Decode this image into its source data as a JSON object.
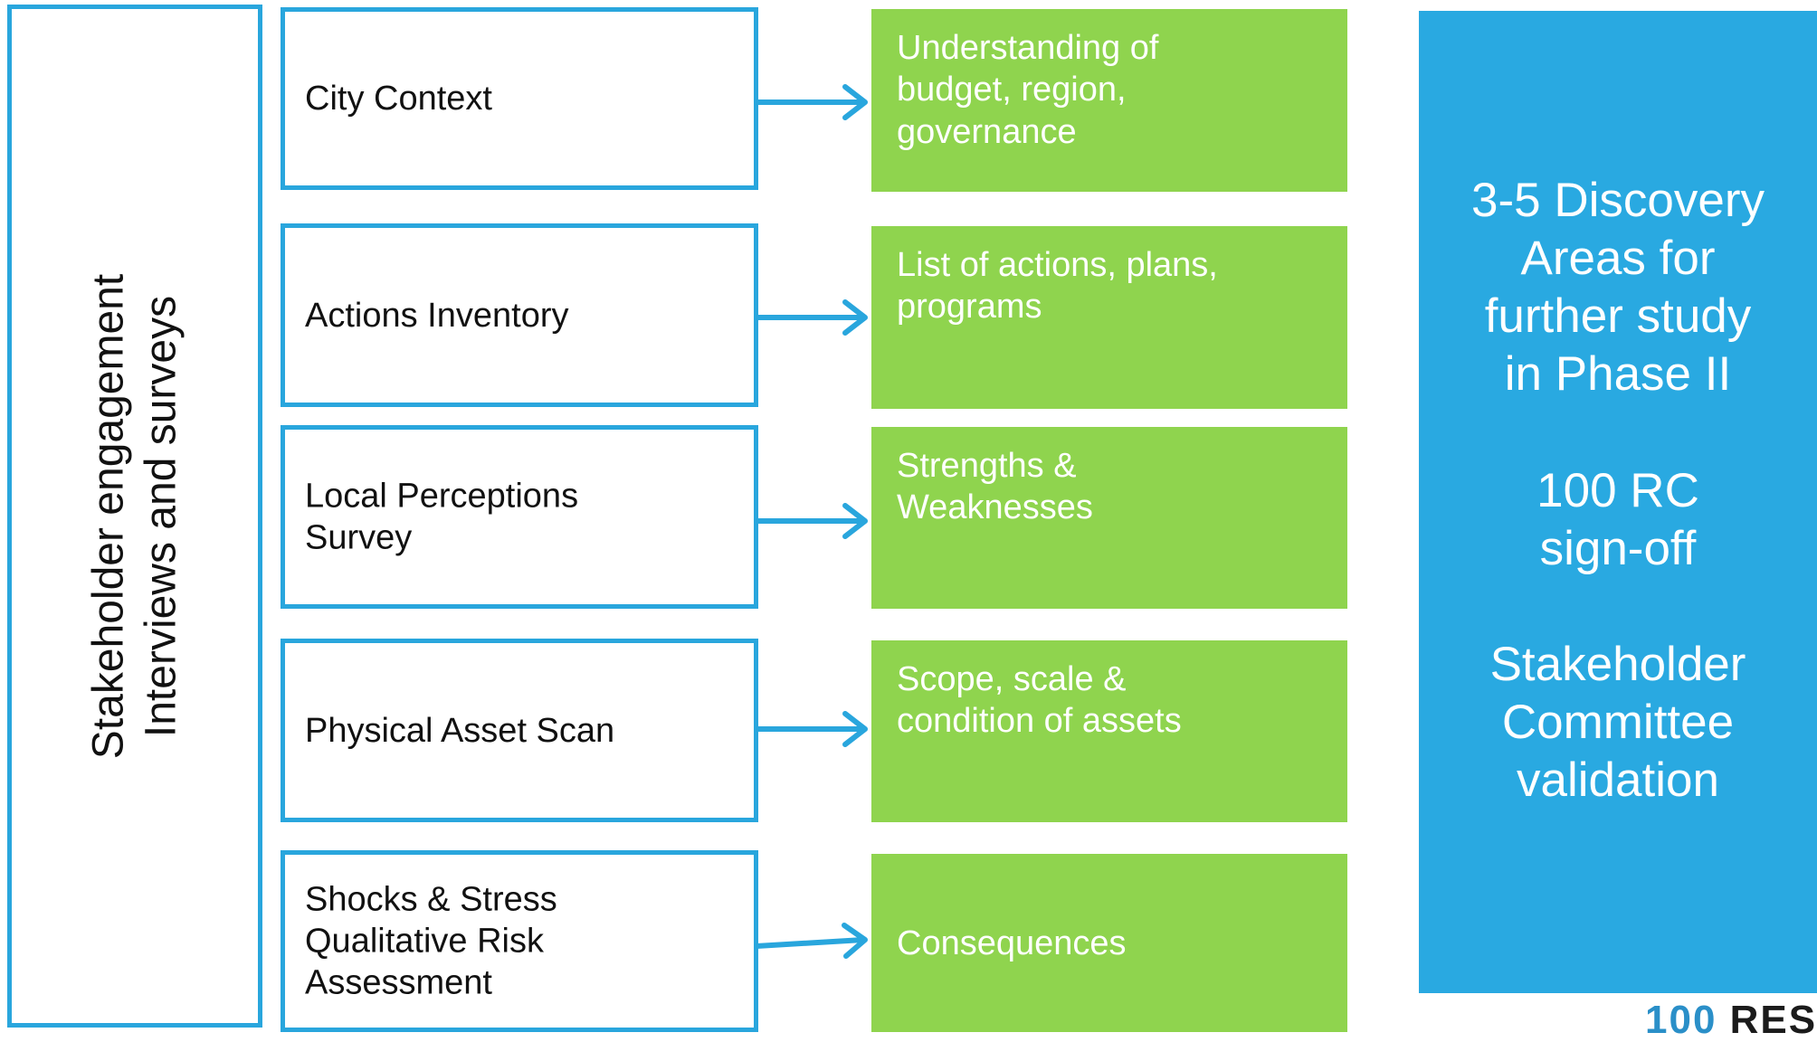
{
  "left_bar": {
    "lines": [
      "Stakeholder engagement",
      "Interviews and surveys"
    ]
  },
  "rows": [
    {
      "input": "City Context",
      "output": "Understanding of\nbudget, region,\ngovernance"
    },
    {
      "input": "Actions Inventory",
      "output": "List of actions, plans,\nprograms"
    },
    {
      "input": "Local Perceptions\nSurvey",
      "output": "Strengths &\nWeaknesses"
    },
    {
      "input": "Physical Asset Scan",
      "output": "Scope, scale &\ncondition of assets"
    },
    {
      "input": "Shocks & Stress\nQualitative Risk\nAssessment",
      "output": "Consequences"
    }
  ],
  "summary": {
    "discovery": "3-5 Discovery\nAreas for\nfurther study\nin Phase II",
    "signoff": "100 RC\nsign-off",
    "validation": "Stakeholder\nCommittee\nvalidation"
  },
  "logo": {
    "number": "100",
    "word": "RES"
  },
  "colors": {
    "border_blue": "#29a6dd",
    "panel_blue": "#29a9e1",
    "output_green": "#8fd44e",
    "arrow_blue": "#29a6dd"
  }
}
